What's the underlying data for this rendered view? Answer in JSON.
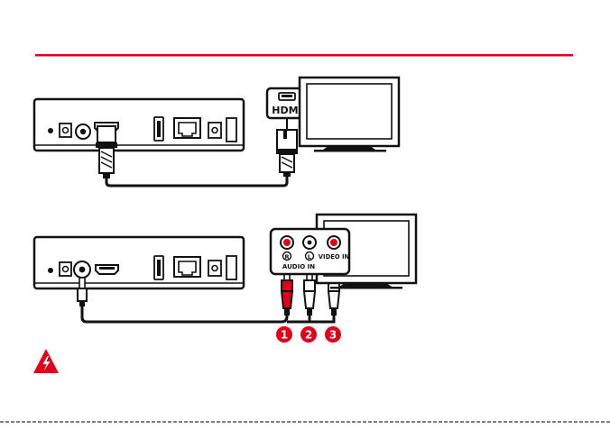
{
  "colors": {
    "accent": "#e3001b",
    "ink": "#111111",
    "paper": "#ffffff",
    "screen": "#ffffff",
    "rca_red": "#e3001b",
    "rca_white": "#ffffff",
    "rca_yellow": "#ffffff",
    "cable": "#111111",
    "dashed_rule": "#555555"
  },
  "hdmi_diagram": {
    "tv_port_label": "HDMI"
  },
  "analog_diagram": {
    "audio_in_label": "AUDIO IN",
    "video_in_label": "VIDEO IN",
    "jack_right_symbol": "R",
    "jack_left_symbol": "L",
    "connectors": [
      {
        "number": "1",
        "plug": "red"
      },
      {
        "number": "2",
        "plug": "white"
      },
      {
        "number": "3",
        "plug": "white"
      }
    ]
  },
  "icons": {
    "warning": "high-voltage-warning-icon"
  }
}
